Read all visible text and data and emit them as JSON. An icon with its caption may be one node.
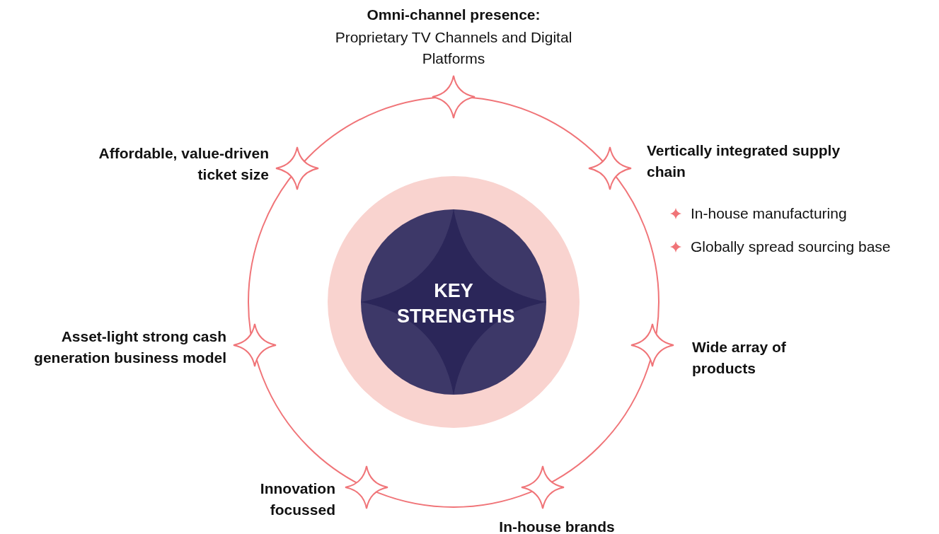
{
  "diagram": {
    "nodes": [
      {
        "text": [
          "Omni-channel presence:",
          "Proprietary TV Channels and Digital Platforms"
        ]
      },
      {
        "text": [
          "Affordable, value-driven ticket size"
        ]
      },
      {
        "text": [
          "Vertically integrated supply chain",
          "In-house manufacturing",
          "Globally spread sourcing base"
        ]
      },
      {
        "text": [
          "KEY STRENGTHS"
        ]
      },
      {
        "text": [
          "Asset-light strong cash generation business model"
        ]
      },
      {
        "text": [
          "Wide array of products"
        ]
      },
      {
        "text": [
          "Innovation focussed"
        ]
      },
      {
        "text": [
          "In-house brands"
        ]
      }
    ]
  }
}
